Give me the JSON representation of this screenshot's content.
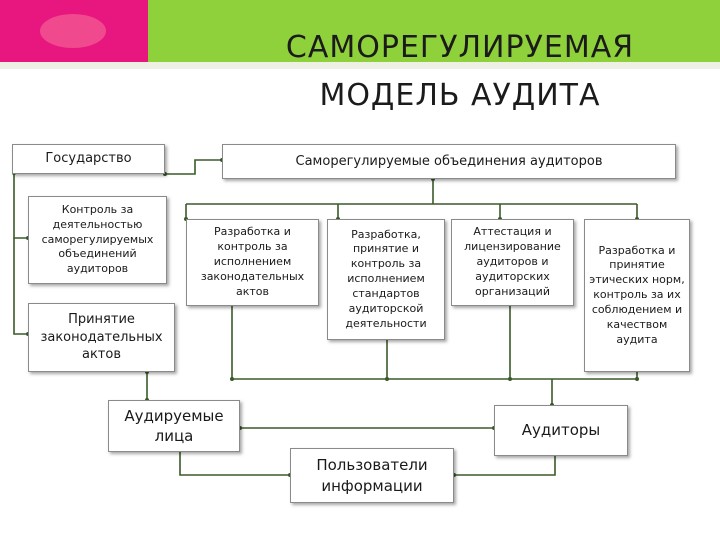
{
  "title_line1": "САМОРЕГУЛИРУЕМАЯ",
  "title_line2": "МОДЕЛЬ АУДИТА",
  "boxes": {
    "state": "Государство",
    "sro": "Саморегулируемые объединения аудиторов",
    "control": "Контроль за деятельностью саморегулируемых объединений аудиторов",
    "laws": "Принятие законодательных актов",
    "dev_laws": "Разработка и контроль за исполнением законодательных актов",
    "dev_standards": "Разработка, принятие и контроль за исполнением стандартов аудиторской деятельности",
    "attestation": "Аттестация и лицензирование аудиторов и аудиторских организаций",
    "ethics": "Разработка и принятие этических норм, контроль за их соблюдением и качеством аудита",
    "audited": "Аудируемые лица",
    "auditors": "Аудиторы",
    "users": "Пользователи информации"
  },
  "colors": {
    "pink": "#e8177f",
    "green": "#8fd13a",
    "wire": "#3a5a2a"
  }
}
